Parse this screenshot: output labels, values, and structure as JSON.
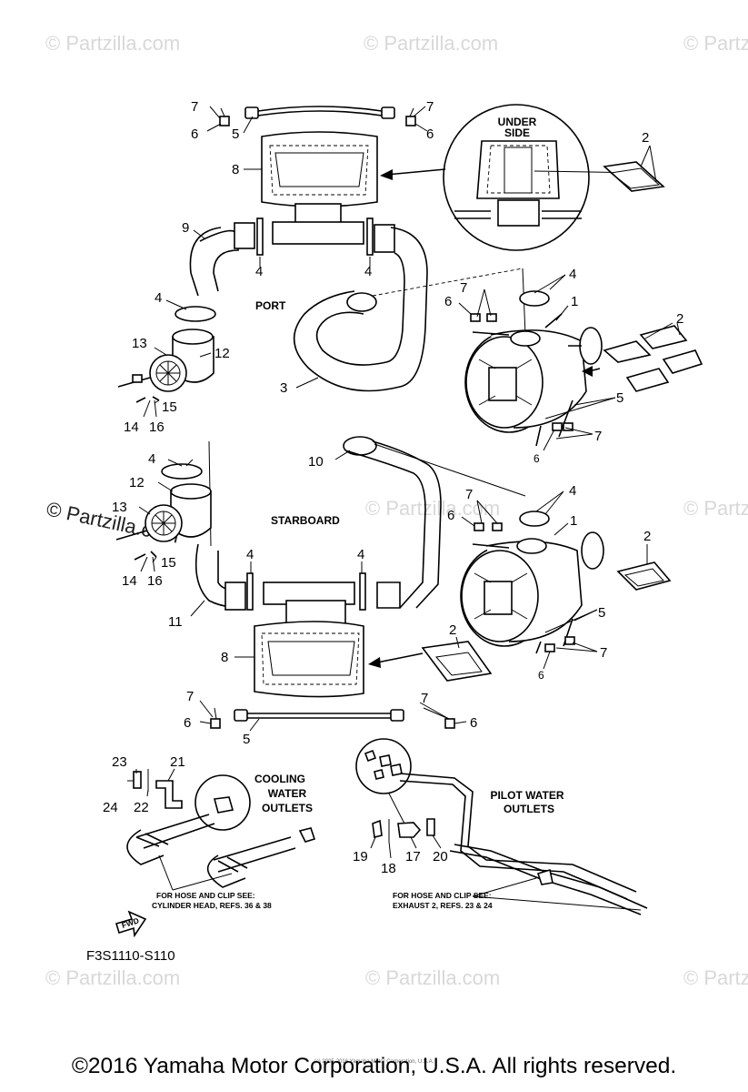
{
  "watermark": "© Partzilla.com",
  "figure_code": "F3S1110-S110",
  "copyright": "©2016 Yamaha Motor Corporation, U.S.A. All rights reserved.",
  "small_copyright": "(c) 2005-2016 Yamaha Motor Corporation, U.S.A.",
  "headers": {
    "under_side_1": "UNDER",
    "under_side_2": "SIDE",
    "port": "PORT",
    "starboard": "STARBOARD",
    "cooling_1": "COOLING",
    "cooling_2": "WATER",
    "cooling_3": "OUTLETS",
    "pilot_1": "PILOT WATER",
    "pilot_2": "OUTLETS",
    "fwd": "FWD"
  },
  "notes": {
    "cooling_1": "FOR HOSE AND CLIP SEE:",
    "cooling_2": "CYLINDER HEAD, REFS. 36 & 38",
    "pilot_1": "FOR HOSE AND CLIP SEE:",
    "pilot_2": "EXHAUST 2, REFS. 23 & 24"
  },
  "refs": {
    "r7a": "7",
    "r6a": "6",
    "r5a": "5",
    "r7b": "7",
    "r6b": "6",
    "r8a": "8",
    "r2a": "2",
    "r9": "9",
    "r4a": "4",
    "r4b": "4",
    "r4c": "4",
    "r4d": "4",
    "r7c": "7",
    "r6c": "6",
    "r1a": "1",
    "r2b": "2",
    "r13a": "13",
    "r12a": "12",
    "r3": "3",
    "r15a": "15",
    "r14a": "14",
    "r16a": "16",
    "r5b": "5",
    "r7d": "7",
    "r6d": "6",
    "r10": "10",
    "r4e": "4",
    "r12b": "12",
    "r4f": "4",
    "r7e": "7",
    "r6e": "6",
    "r1b": "1",
    "r2c": "2",
    "r13b": "13",
    "r15b": "15",
    "r14b": "14",
    "r16b": "16",
    "r4g": "4",
    "r4h": "4",
    "r5c": "5",
    "r11": "11",
    "r2d": "2",
    "r8b": "8",
    "r7f": "7",
    "r6f": "6",
    "r7g": "7",
    "r7h": "7",
    "r6g": "6",
    "r5d": "5",
    "r6h": "6",
    "r23": "23",
    "r21": "21",
    "r24": "24",
    "r22": "22",
    "r19": "19",
    "r18": "18",
    "r17": "17",
    "r20": "20"
  }
}
